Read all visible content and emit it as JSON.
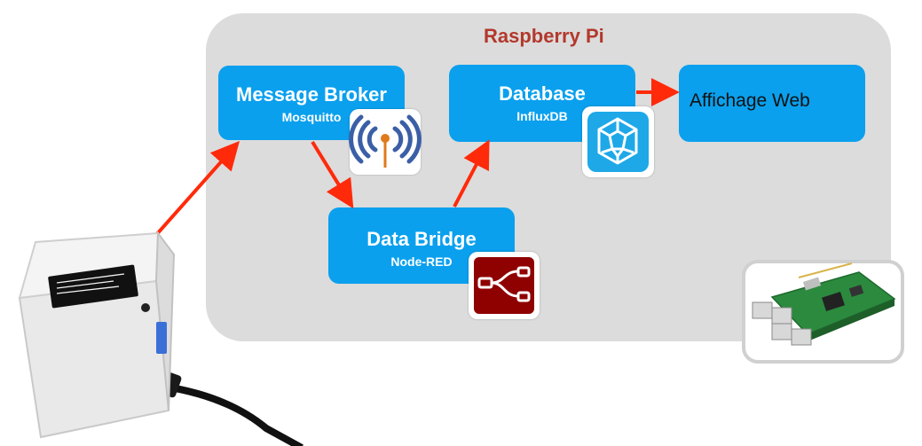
{
  "diagram": {
    "title": "Raspberry Pi",
    "nodes": {
      "broker": {
        "title": "Message Broker",
        "subtitle": "Mosquitto",
        "icon": "mosquitto-icon"
      },
      "database": {
        "title": "Database",
        "subtitle": "InfluxDB",
        "icon": "influxdb-icon"
      },
      "bridge": {
        "title": "Data Bridge",
        "subtitle": "Node-RED",
        "icon": "node-red-icon"
      },
      "web": {
        "title": "Affichage Web"
      }
    },
    "edges": [
      {
        "from": "sensor-device",
        "to": "broker"
      },
      {
        "from": "broker",
        "to": "bridge"
      },
      {
        "from": "bridge",
        "to": "database"
      },
      {
        "from": "database",
        "to": "web"
      }
    ],
    "colors": {
      "node": "#0aa0ee",
      "arrow": "#ff2a0a",
      "panel": "#dcdcdc",
      "title": "#b3382c",
      "node_red": "#8f0000"
    }
  }
}
